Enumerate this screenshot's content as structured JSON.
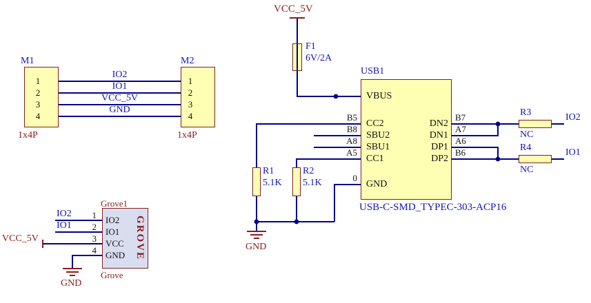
{
  "colors": {
    "wire": "#00008b",
    "label_blue": "#1414b4",
    "flag_dark_red": "#8b1a1a",
    "component_fill": "#ffffb3",
    "component_border": "#7f1f1f",
    "grove_fill": "#d9ddf0",
    "junction_dot": "#00008b"
  },
  "connectors": {
    "m1": {
      "designator": "M1",
      "package": "1x4P",
      "pin_numbers": [
        "1",
        "2",
        "3",
        "4"
      ]
    },
    "m2": {
      "designator": "M2",
      "package": "1x4P",
      "pin_numbers": [
        "1",
        "2",
        "3",
        "4"
      ]
    },
    "bus_nets": [
      "IO2",
      "IO1",
      "VCC_5V",
      "GND"
    ]
  },
  "grove": {
    "designator": "Grove1",
    "name": "Grove",
    "side_label": "GROVE",
    "pin_numbers": [
      "1",
      "2",
      "3",
      "4"
    ],
    "pin_names": [
      "IO2",
      "IO1",
      "VCC",
      "GND"
    ],
    "nets": {
      "io2": "IO2",
      "io1": "IO1",
      "vcc": "VCC_5V",
      "gnd": "GND"
    }
  },
  "power": {
    "vcc": "VCC_5V",
    "gnd": "GND"
  },
  "fuse": {
    "designator": "F1",
    "value": "6V/2A"
  },
  "usb": {
    "designator": "USB1",
    "part_number": "USB-C-SMD_TYPEC-303-ACP16",
    "left_pin_names": [
      "VBUS",
      "CC2",
      "SBU2",
      "SBU1",
      "CC1",
      "GND"
    ],
    "left_pad_labels": [
      "B5",
      "B8",
      "A8",
      "A5",
      "0"
    ],
    "right_pin_names": [
      "DN2",
      "DN1",
      "DP1",
      "DP2"
    ],
    "right_pad_labels": [
      "B7",
      "A7",
      "A6",
      "B6"
    ]
  },
  "resistors": [
    {
      "designator": "R1",
      "value": "5.1K"
    },
    {
      "designator": "R2",
      "value": "5.1K"
    },
    {
      "designator": "R3",
      "value": "NC"
    },
    {
      "designator": "R4",
      "value": "NC"
    }
  ],
  "output_nets": {
    "io2": "IO2",
    "io1": "IO1"
  }
}
